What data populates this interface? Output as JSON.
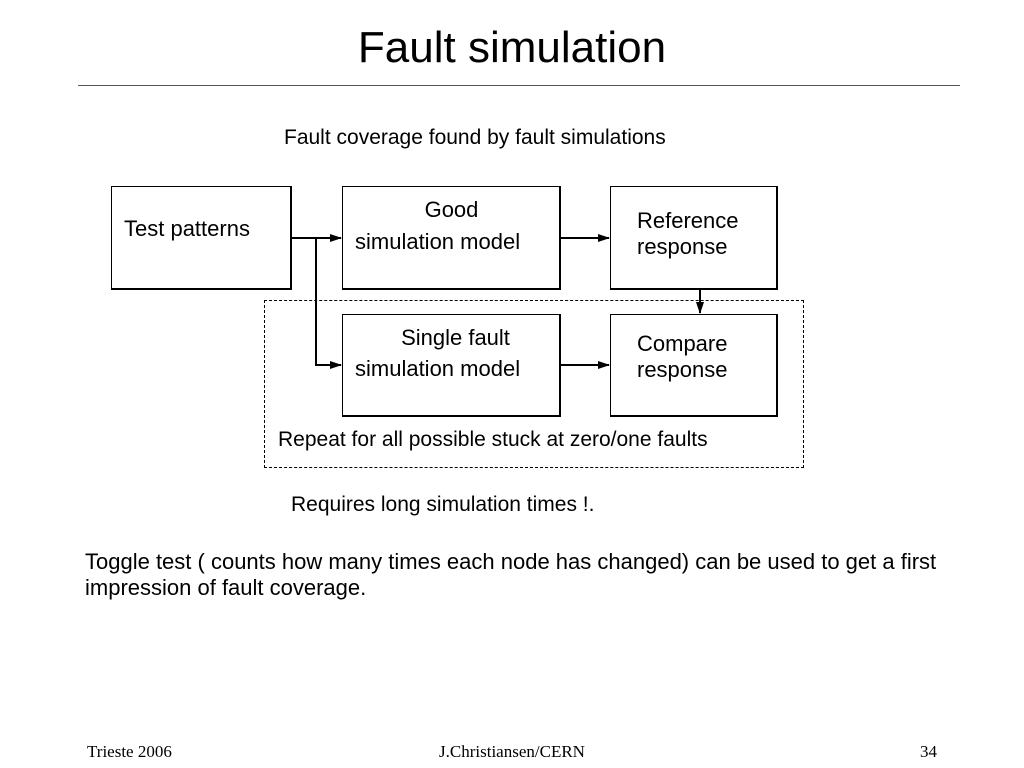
{
  "slide": {
    "title": "Fault simulation"
  },
  "diagram": {
    "caption": "Fault coverage found by fault simulations",
    "boxes": {
      "test_patterns": "Test patterns",
      "good_model_line1": "Good",
      "good_model_line2": "simulation model",
      "reference_line1": "Reference",
      "reference_line2": "response",
      "single_fault_line1": "Single fault",
      "single_fault_line2": "simulation model",
      "compare_line1": "Compare",
      "compare_line2": "response"
    },
    "repeat_note": "Repeat for all possible stuck at zero/one faults"
  },
  "notes": {
    "simulation_time": "Requires long simulation times !.",
    "toggle_test": "Toggle test ( counts how many times each node has changed) can be used to get a first impression of fault coverage."
  },
  "footer": {
    "left": "Trieste 2006",
    "center": "J.Christiansen/CERN",
    "page_number": "34"
  }
}
